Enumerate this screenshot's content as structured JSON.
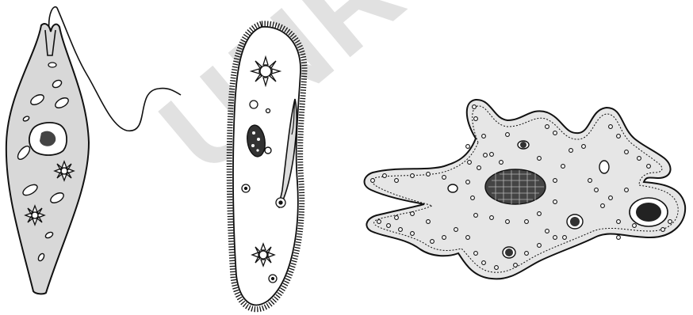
{
  "watermark": {
    "text": "UNRELEASED"
  },
  "organisms": [
    {
      "id": "euglena",
      "fill": "#d8d8d8"
    },
    {
      "id": "paramecium",
      "fill": "#ffffff"
    },
    {
      "id": "amoeba",
      "fill": "#e6e6e6"
    }
  ],
  "colors": {
    "stroke": "#111111",
    "nucleus_fill": "#555555"
  }
}
